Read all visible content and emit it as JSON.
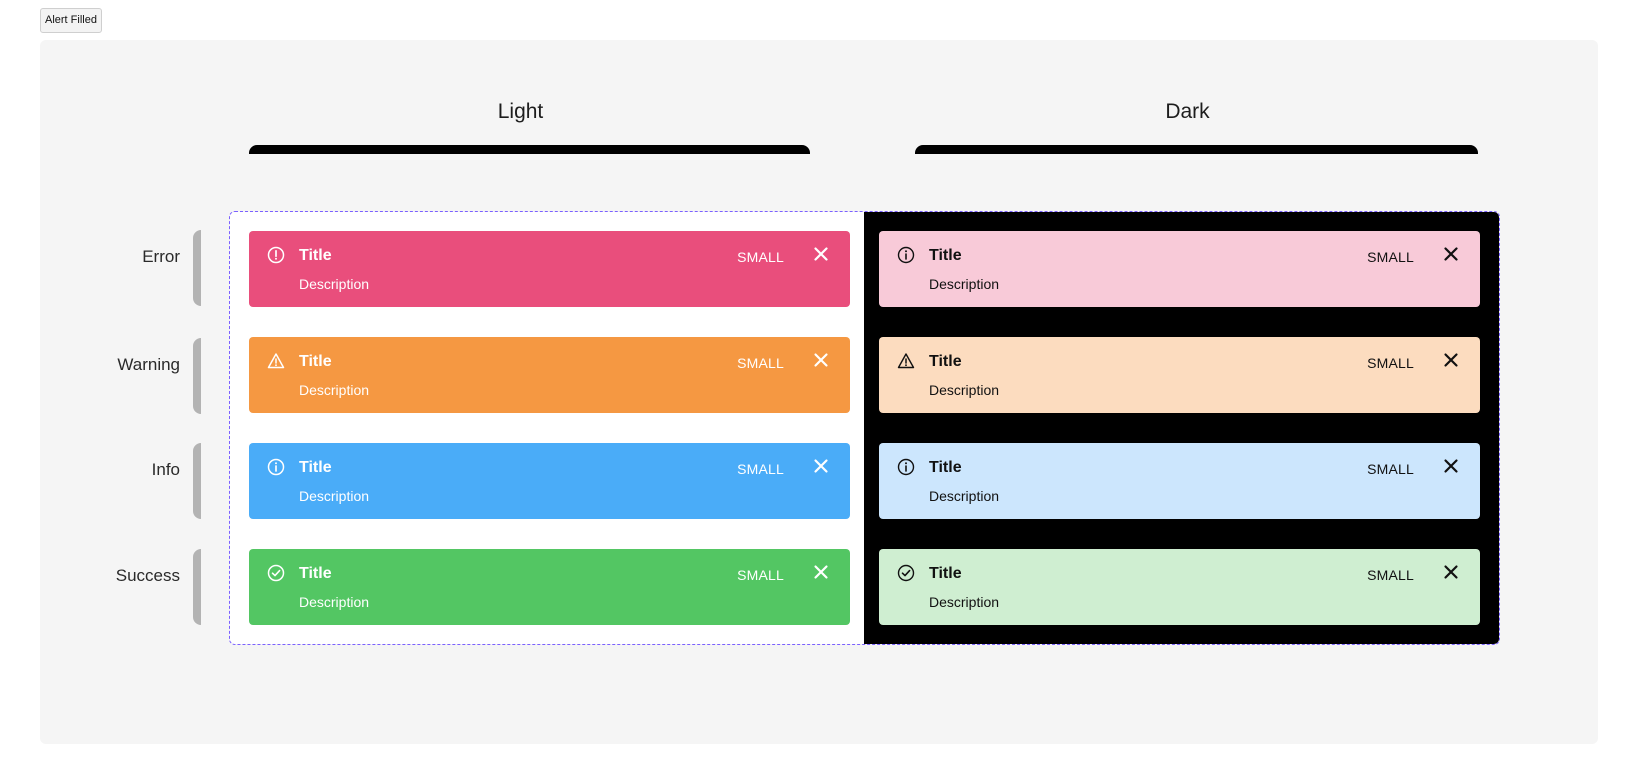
{
  "frame_tag": {
    "label": "Alert Filled"
  },
  "columns": [
    {
      "label": "Light"
    },
    {
      "label": "Dark"
    }
  ],
  "rows": [
    {
      "label": "Error"
    },
    {
      "label": "Warning"
    },
    {
      "label": "Info"
    },
    {
      "label": "Success"
    }
  ],
  "alerts": {
    "light": [
      {
        "variant": "error",
        "icon": "exclamation-circle-icon",
        "title": "Title",
        "description": "Description",
        "size": "SMALL",
        "bg": "#e94e7c",
        "fg": "#ffffff"
      },
      {
        "variant": "warning",
        "icon": "warning-triangle-icon",
        "title": "Title",
        "description": "Description",
        "size": "SMALL",
        "bg": "#f59842",
        "fg": "#ffffff"
      },
      {
        "variant": "info",
        "icon": "info-circle-icon",
        "title": "Title",
        "description": "Description",
        "size": "SMALL",
        "bg": "#4aacf8",
        "fg": "#ffffff"
      },
      {
        "variant": "success",
        "icon": "check-circle-icon",
        "title": "Title",
        "description": "Description",
        "size": "SMALL",
        "bg": "#53c663",
        "fg": "#ffffff"
      }
    ],
    "dark": [
      {
        "variant": "error",
        "icon": "info-circle-icon",
        "title": "Title",
        "description": "Description",
        "size": "SMALL",
        "bg": "#f8cad8",
        "fg": "#111111"
      },
      {
        "variant": "warning",
        "icon": "warning-triangle-icon",
        "title": "Title",
        "description": "Description",
        "size": "SMALL",
        "bg": "#fcdcbf",
        "fg": "#111111"
      },
      {
        "variant": "info",
        "icon": "info-circle-icon",
        "title": "Title",
        "description": "Description",
        "size": "SMALL",
        "bg": "#cce6fd",
        "fg": "#111111"
      },
      {
        "variant": "success",
        "icon": "check-circle-icon",
        "title": "Title",
        "description": "Description",
        "size": "SMALL",
        "bg": "#cfeed1",
        "fg": "#111111"
      }
    ]
  },
  "colors": {
    "canvas_bg": "#f5f5f5",
    "selection_border": "#7b61ff",
    "bracket": "#b3b3b3"
  }
}
